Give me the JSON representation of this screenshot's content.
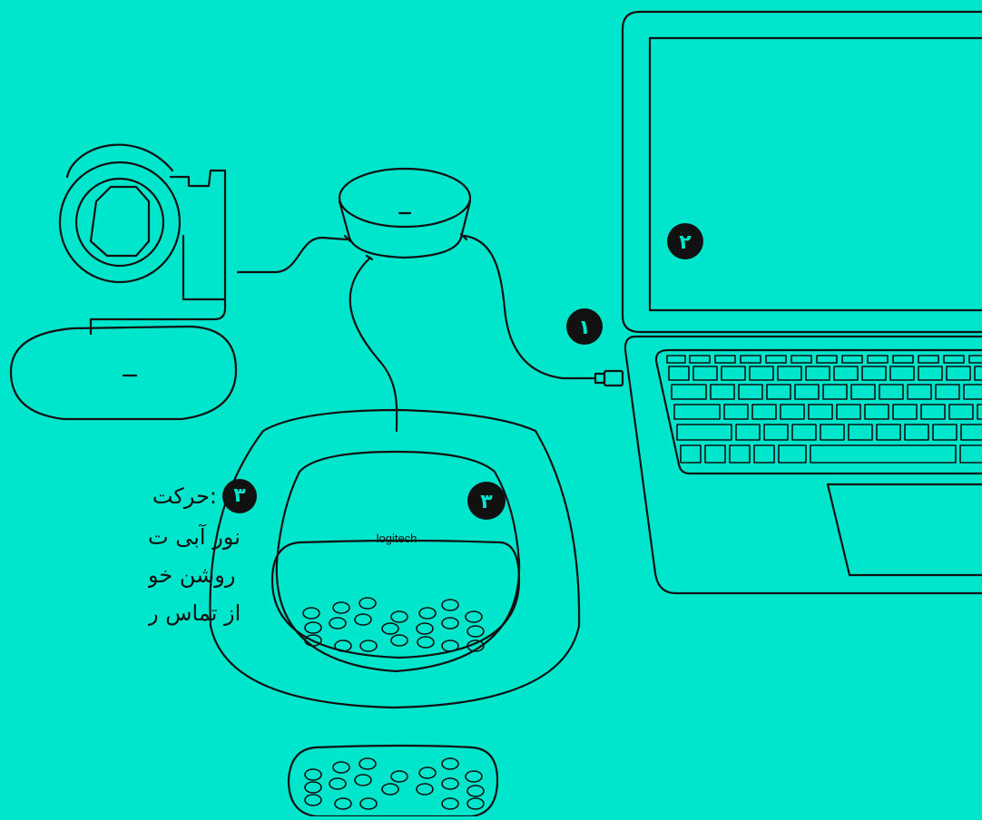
{
  "colors": {
    "background": "#00E6CC",
    "ink": "#111111"
  },
  "badges": {
    "one": "١",
    "two": "٢",
    "three_device": "٣",
    "three_text": "٣"
  },
  "speakerphone": {
    "brand": "logitech"
  },
  "instructions": {
    "heading": "حرکت:",
    "lines": [
      "نور آبی ت",
      "روشن خو",
      "از تماس ر"
    ]
  },
  "icons": [
    "camera-icon",
    "hub-icon",
    "laptop-icon",
    "speakerphone-icon",
    "expansion-mic-icon",
    "usb-connector-icon"
  ]
}
